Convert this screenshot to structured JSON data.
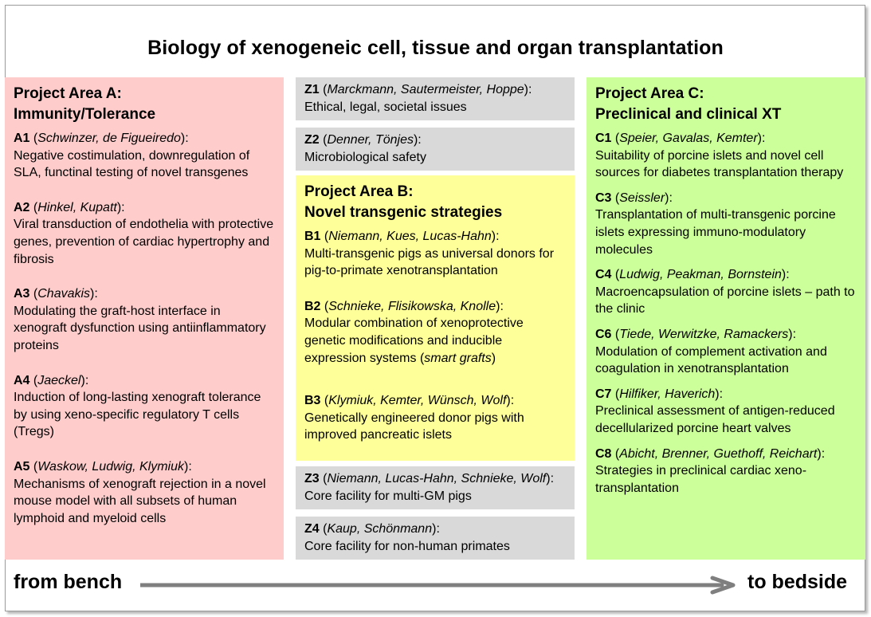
{
  "title": "Biology of xenogeneic cell, tissue and organ transplantation",
  "area_a": {
    "title_line1": "Project Area A:",
    "title_line2": "Immunity/Tolerance",
    "items": [
      {
        "code": "A1",
        "names": "Schwinzer, de Figueiredo",
        "desc": "Negative costimulation, downregulation of SLA, functinal testing of novel transgenes"
      },
      {
        "code": "A2",
        "names": "Hinkel, Kupatt",
        "desc": "Viral transduction of endothelia with protective genes, prevention of cardiac hypertrophy and fibrosis"
      },
      {
        "code": "A3",
        "names": "Chavakis",
        "desc": "Modulating the graft-host interface in xenograft dysfunction using antiinflammatory proteins"
      },
      {
        "code": "A4",
        "names": "Jaeckel",
        "desc": "Induction of long-lasting xenograft tolerance by using xeno-specific regulatory T cells (Tregs)"
      },
      {
        "code": "A5",
        "names": "Waskow, Ludwig, Klymiuk",
        "desc": "Mechanisms of xenograft rejection in a novel mouse model with all subsets of human lymphoid and myeloid cells"
      }
    ]
  },
  "z_items": {
    "z1": {
      "code": "Z1",
      "names": "Marckmann, Sautermeister, Hoppe",
      "desc": "Ethical, legal, societal issues"
    },
    "z2": {
      "code": "Z2",
      "names": "Denner, Tönjes",
      "desc": "Microbiological safety"
    },
    "z3": {
      "code": "Z3",
      "names": "Niemann, Lucas-Hahn, Schnieke, Wolf",
      "desc": "Core facility for multi-GM pigs"
    },
    "z4": {
      "code": "Z4",
      "names": "Kaup, Schönmann",
      "desc": "Core facility for non-human primates"
    }
  },
  "area_b": {
    "title_line1": "Project Area B:",
    "title_line2": "Novel transgenic strategies",
    "items": [
      {
        "code": "B1",
        "names": "Niemann, Kues, Lucas-Hahn",
        "desc": "Multi-transgenic pigs as universal donors for pig-to-primate xenotransplantation"
      },
      {
        "code": "B2",
        "names": "Schnieke, Flisikowska, Knolle",
        "desc": "Modular combination of xenoprotective genetic modifications and inducible expression systems (",
        "desc_italic": "smart grafts",
        "desc_end": ")"
      },
      {
        "code": "B3",
        "names": "Klymiuk, Kemter, Wünsch, Wolf",
        "desc": "Genetically engineered donor pigs with improved pancreatic islets"
      }
    ]
  },
  "area_c": {
    "title_line1": "Project Area C:",
    "title_line2": "Preclinical and clinical XT",
    "items": [
      {
        "code": "C1",
        "names": "Speier, Gavalas, Kemter",
        "desc": "Suitability of porcine islets and novel cell sources for diabetes transplantation therapy"
      },
      {
        "code": "C3",
        "names": "Seissler",
        "desc": "Transplantation of multi-transgenic porcine islets expressing immuno-modulatory molecules"
      },
      {
        "code": "C4",
        "names": "Ludwig, Peakman, Bornstein",
        "desc": "Macroencapsulation of porcine islets – path to the clinic"
      },
      {
        "code": "C6",
        "names": "Tiede, Werwitzke, Ramackers",
        "desc": "Modulation of complement activation and coagulation in xenotransplantation"
      },
      {
        "code": "C7",
        "names": "Hilfiker, Haverich",
        "desc": "Preclinical assessment of antigen-reduced decellularized porcine heart valves"
      },
      {
        "code": "C8",
        "names": "Abicht, Brenner, Guethoff, Reichart",
        "desc": "Strategies in preclinical cardiac xeno-transplantation"
      }
    ]
  },
  "footer": {
    "from": "from bench",
    "to": "to bedside"
  },
  "colors": {
    "area_a": "#ffcccc",
    "area_b": "#ffff99",
    "area_c": "#ccff99",
    "z_box": "#d9d9d9",
    "arrow": "#7f7f7f"
  }
}
